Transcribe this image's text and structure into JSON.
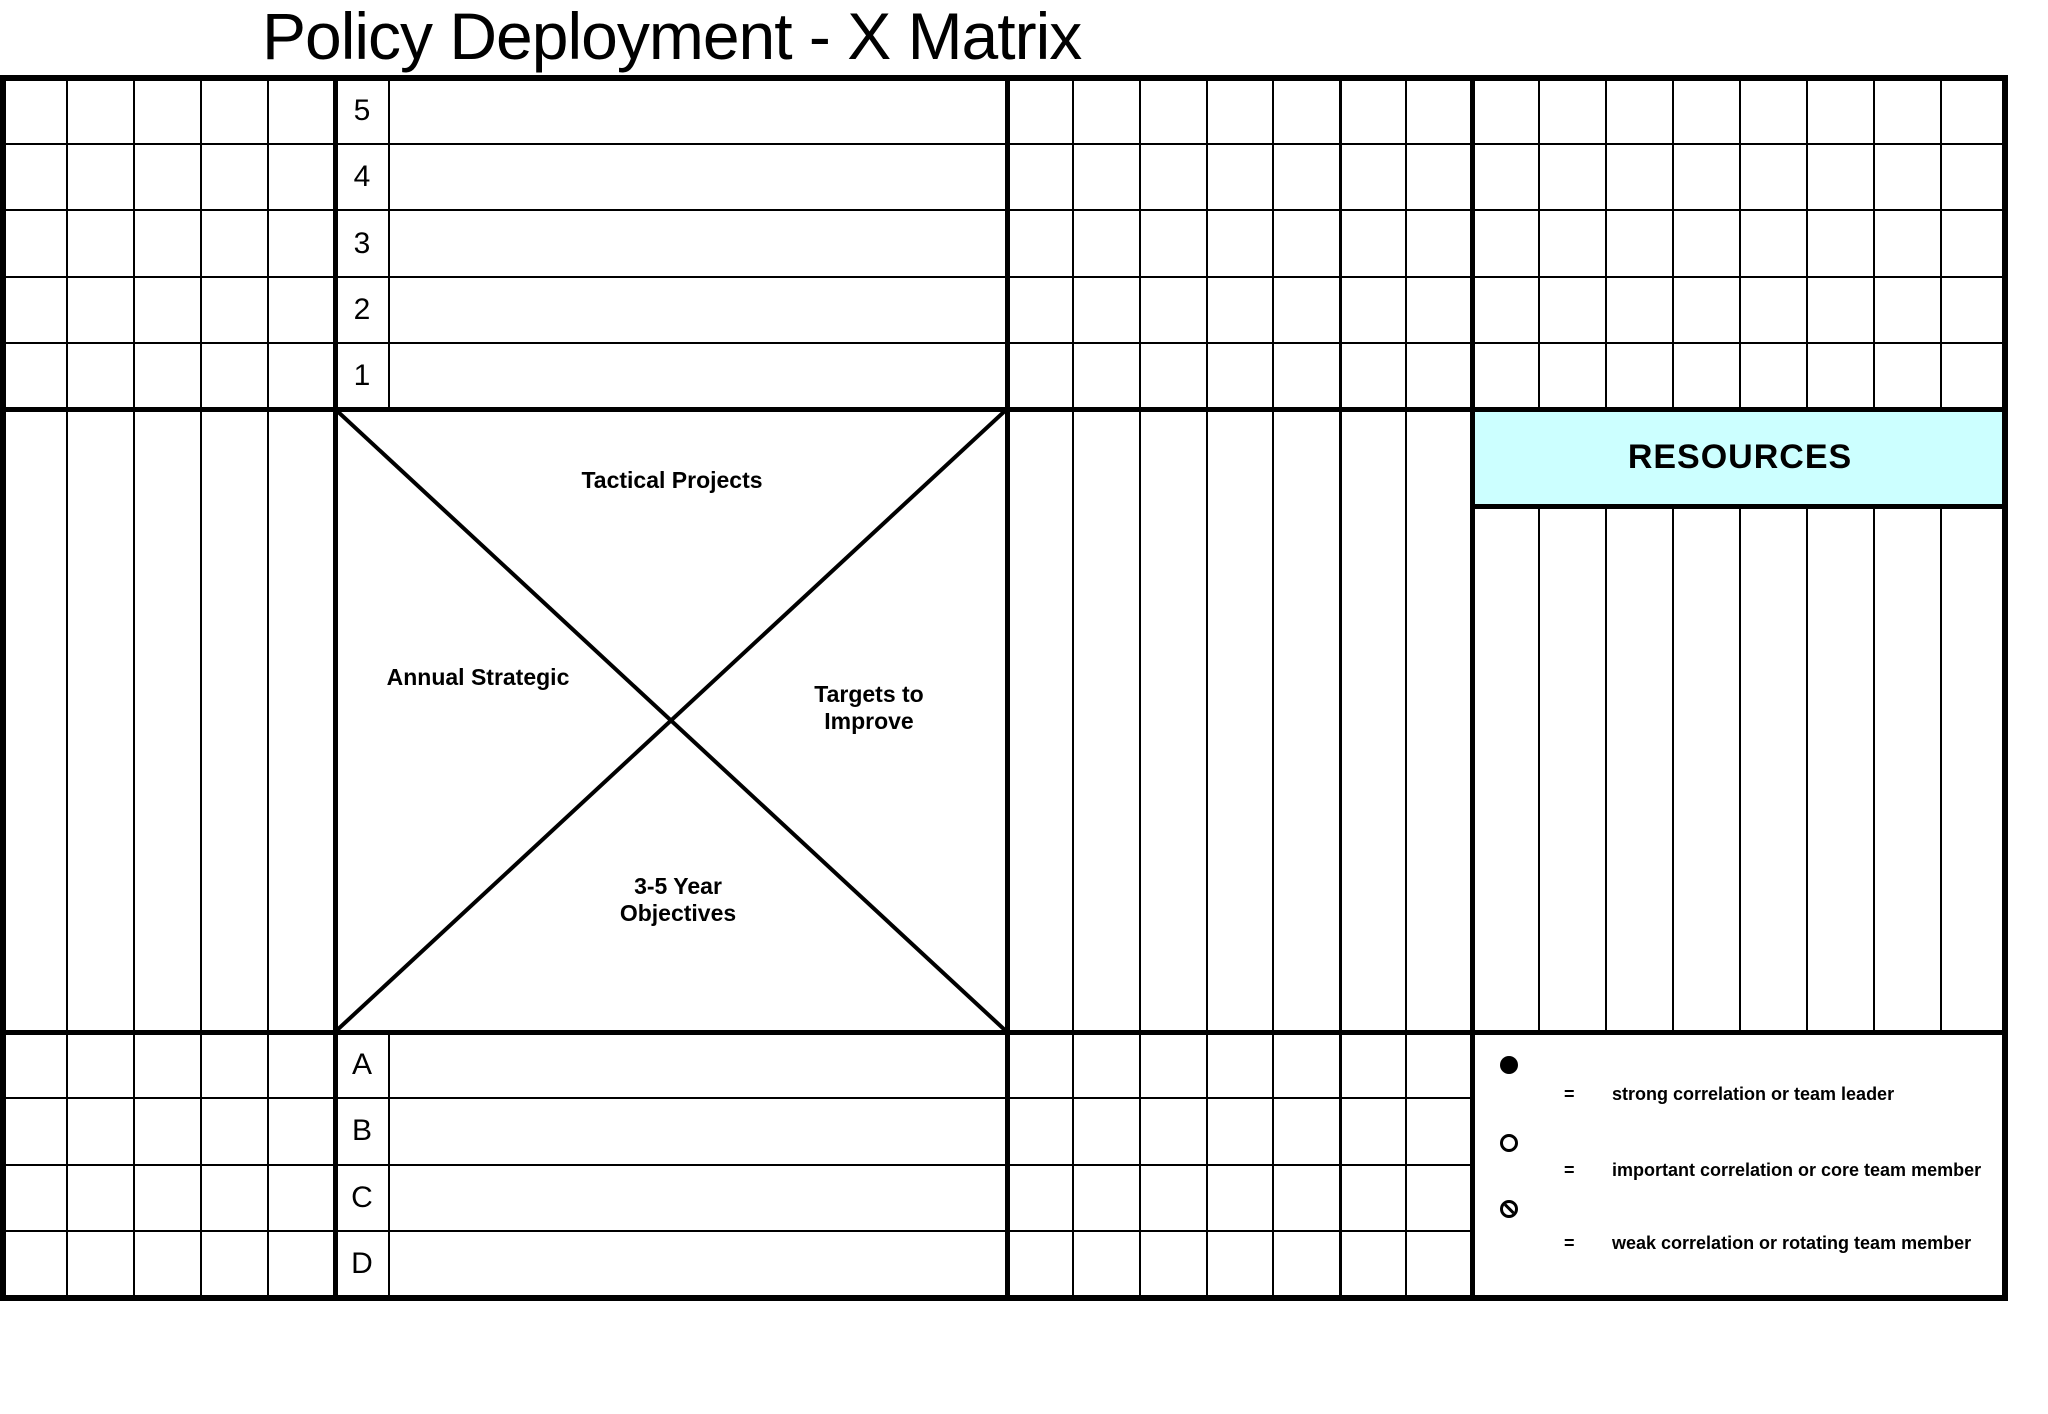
{
  "title": "Policy Deployment - X Matrix",
  "matrix": {
    "top_row_labels": [
      "5",
      "4",
      "3",
      "2",
      "1"
    ],
    "bottom_row_labels": [
      "A",
      "B",
      "C",
      "D"
    ],
    "quadrant_labels": {
      "top": "Tactical Projects",
      "left": "Annual Strategic",
      "right_lines": [
        "Targets to",
        "Improve"
      ],
      "bottom_lines": [
        "3-5 Year",
        "Objectives"
      ]
    },
    "resources_header": "RESOURCES"
  },
  "legend": {
    "equals_sign": "=",
    "items": [
      {
        "symbol": "filled-circle",
        "meaning": "strong correlation or team leader"
      },
      {
        "symbol": "open-circle",
        "meaning": "important correlation or core team member"
      },
      {
        "symbol": "slashed-circle",
        "meaning": "weak correlation or rotating team member"
      }
    ]
  },
  "colors": {
    "resources_header_bg": "#ccffff",
    "grid_line": "#000000"
  }
}
